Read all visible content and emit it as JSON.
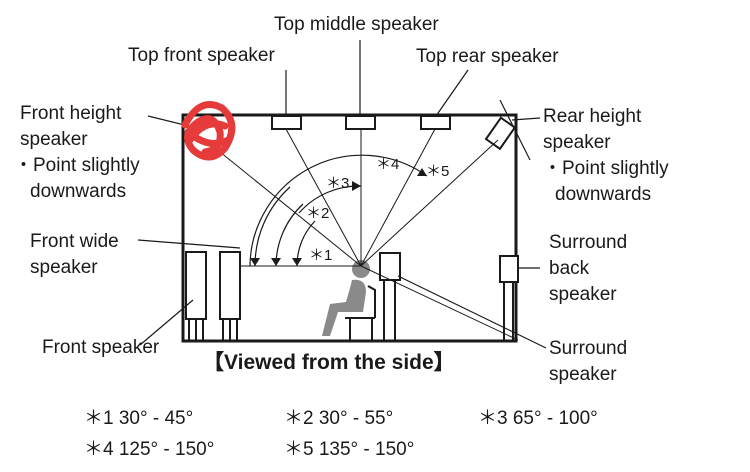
{
  "labels": {
    "top_middle": "Top middle speaker",
    "top_front": "Top front speaker",
    "top_rear": "Top rear speaker",
    "front_height": [
      "Front height",
      "speaker",
      "・Point slightly",
      "downwards"
    ],
    "rear_height": [
      "Rear height",
      "speaker",
      "・Point slightly",
      "downwards"
    ],
    "front_wide": [
      "Front wide",
      "speaker"
    ],
    "surround_back": [
      "Surround",
      "back",
      "speaker"
    ],
    "front": "Front speaker",
    "surround": [
      "Surround",
      "speaker"
    ],
    "view_caption": "【Viewed from the side】"
  },
  "angle_markers": [
    "＊1",
    "＊2",
    "＊3",
    "＊4",
    "＊5"
  ],
  "angle_notes": [
    "＊1 30° - 45°",
    "＊2 30° - 55°",
    "＊3 65° - 100°",
    "＊4 125° - 150°",
    "＊5 135° - 150°"
  ],
  "colors": {
    "line": "#1a1a1a",
    "scribble": "#e63b3b"
  }
}
